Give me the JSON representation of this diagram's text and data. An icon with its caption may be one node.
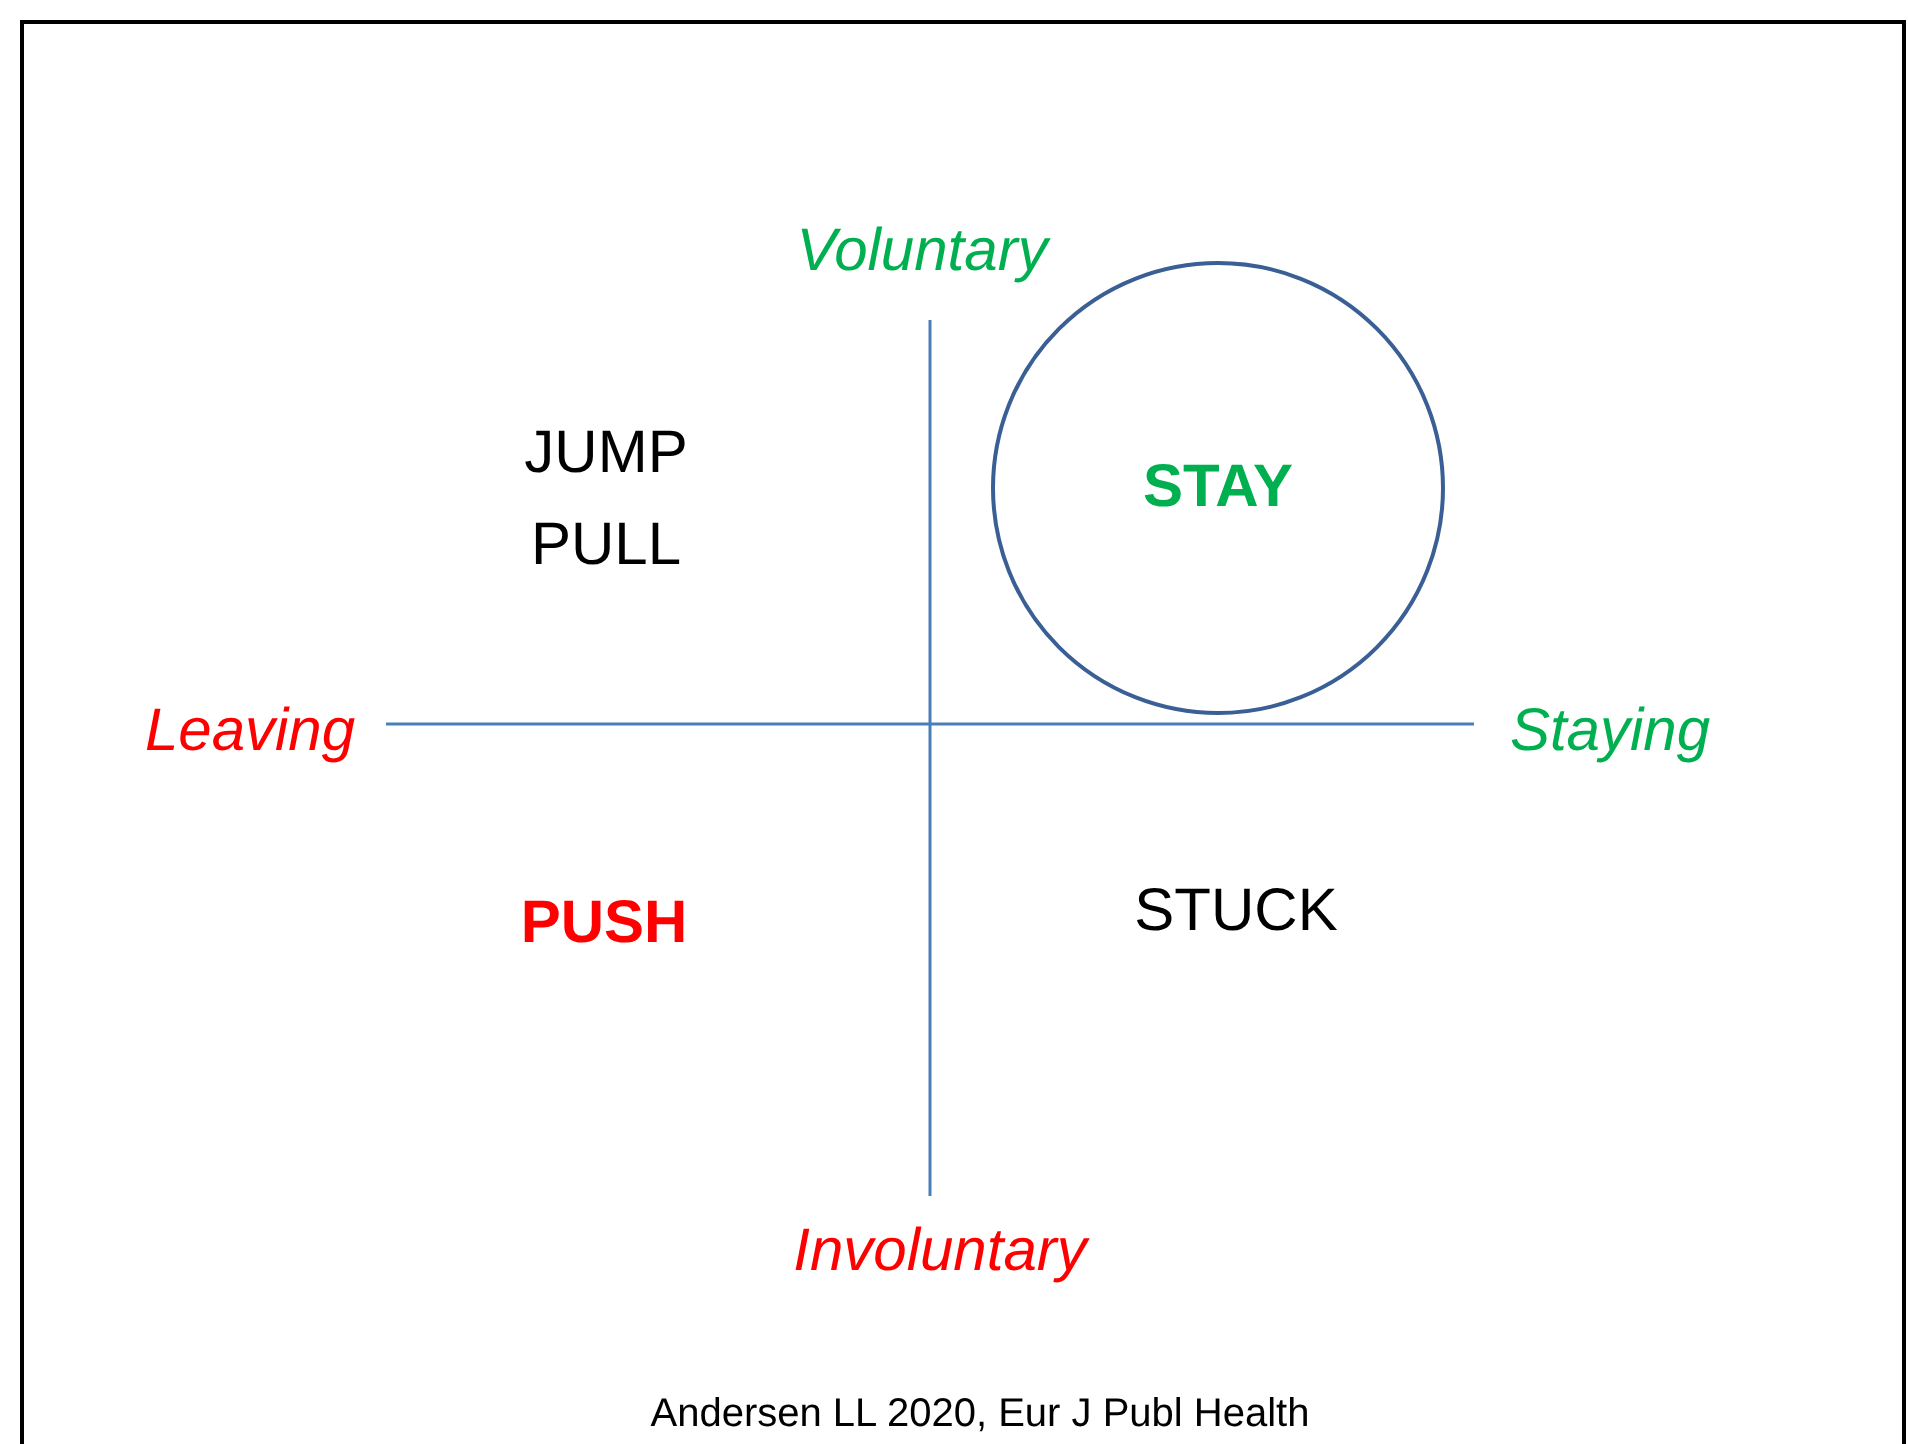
{
  "diagram": {
    "caption": "Andersen LL 2020, Eur J Publ Health",
    "nodes": [
      {
        "text": [
          "STAY"
        ]
      }
    ],
    "labels": [
      "Voluntary",
      "JUMP",
      "PULL",
      "Leaving",
      "Staying",
      "PUSH",
      "STUCK",
      "Involuntary"
    ]
  }
}
